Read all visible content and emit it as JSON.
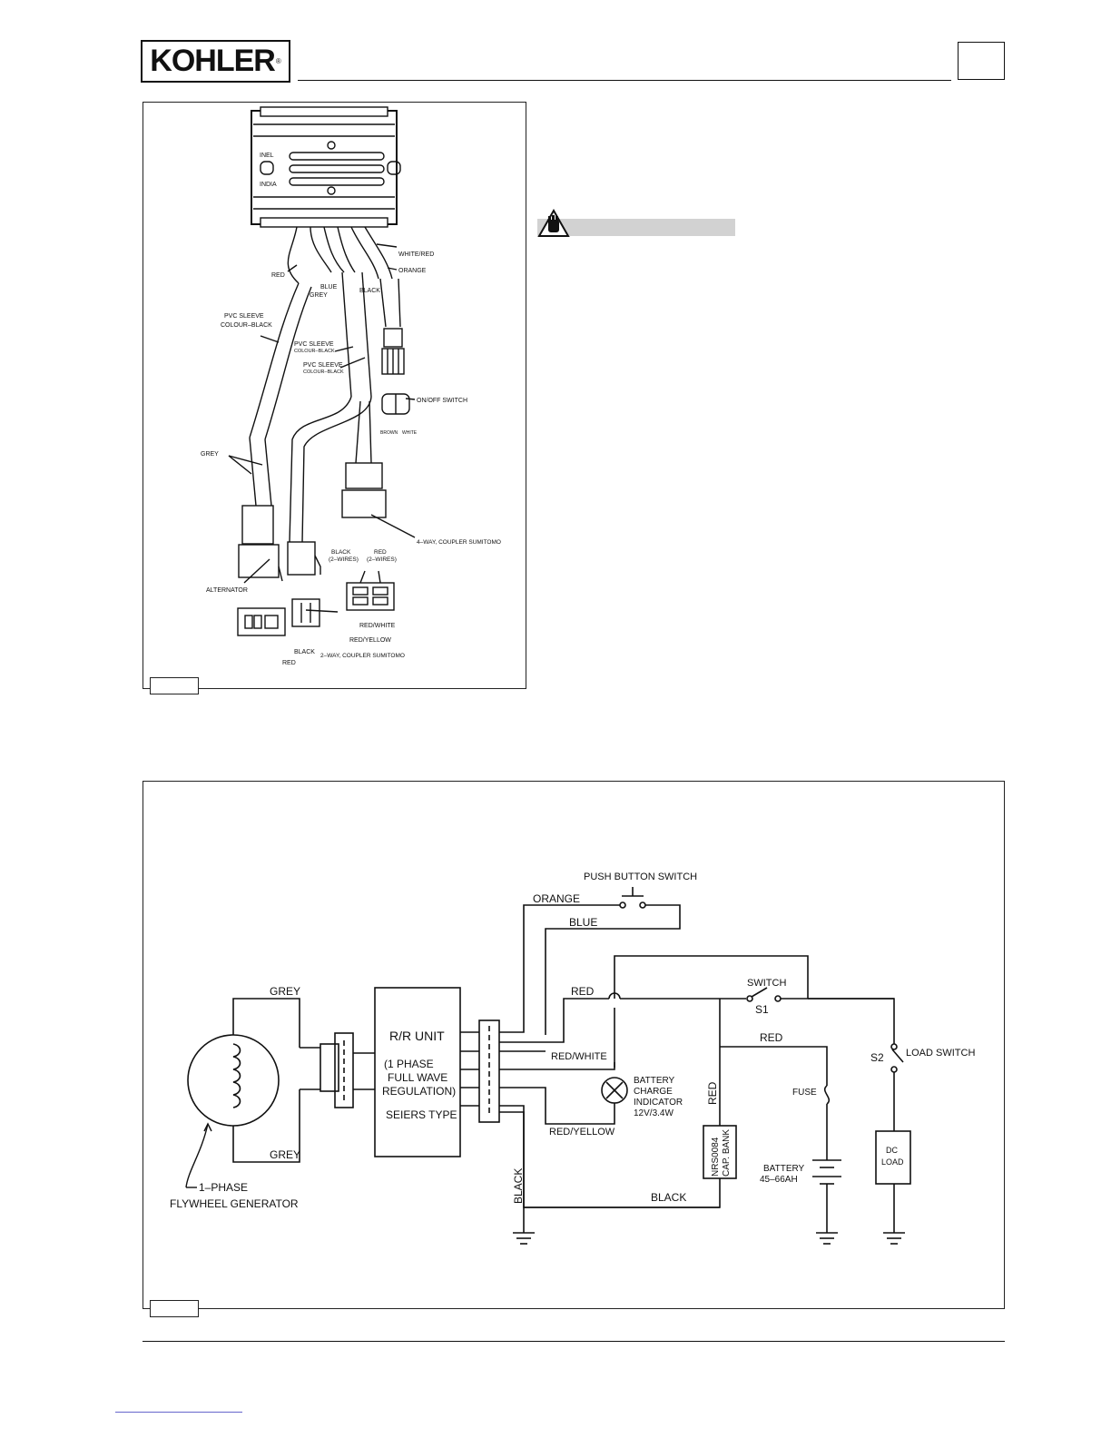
{
  "header": {
    "logo_text": "KOHLER",
    "logo_mark": "®"
  },
  "harness_figure": {
    "regulator_labels": [
      "INEL",
      "INDIA"
    ],
    "labels": {
      "white_red": "WHITE/RED",
      "red": "RED",
      "orange": "ORANGE",
      "blue": "BLUE",
      "grey": "GREY",
      "black": "BLACK",
      "pvc_sleeve_1a": "PVC SLEEVE",
      "pvc_sleeve_1b": "COLOUR–BLACK",
      "pvc_sleeve_2a": "PVC SLEEVE",
      "pvc_sleeve_2b": "COLOUR–BLACK",
      "pvc_sleeve_3a": "PVC SLEEVE",
      "pvc_sleeve_3b": "COLOUR–BLACK",
      "on_off_switch": "ON/OFF SWITCH",
      "brown": "BROWN",
      "white": "WHITE",
      "grey_lower": "GREY",
      "four_way": "4–WAY,  COUPLER SUMITOMO",
      "black_2wires_a": "BLACK",
      "black_2wires_b": "(2–WIRES)",
      "red_2wires_a": "RED",
      "red_2wires_b": "(2–WIRES)",
      "alternator": "ALTERNATOR",
      "red_white": "RED/WHITE",
      "red_yellow": "RED/YELLOW",
      "black_lower": "BLACK",
      "red_lower": "RED",
      "two_way": "2–WAY,  COUPLER SUMITOMO"
    }
  },
  "schematic": {
    "push_button_switch": "PUSH BUTTON SWITCH",
    "orange": "ORANGE",
    "blue": "BLUE",
    "grey_top": "GREY",
    "grey_bottom": "GREY",
    "rr_line1": "R/R UNIT",
    "rr_line2": "(1 PHASE",
    "rr_line3": "FULL WAVE",
    "rr_line4": "REGULATION)",
    "rr_line5": "SEIERS TYPE",
    "red_top": "RED",
    "red_white": "RED/WHITE",
    "red_yellow": "RED/YELLOW",
    "switch": "SWITCH",
    "s1": "S1",
    "red_mid": "RED",
    "red_vertical": "RED",
    "fuse": "FUSE",
    "battery_charge_1": "BATTERY",
    "battery_charge_2": "CHARGE",
    "battery_charge_3": "INDICATOR",
    "battery_charge_4": "12V/3.4W",
    "cap_bank_1": "NRS0084",
    "cap_bank_2": "CAP. BANK",
    "battery_1": "BATTERY",
    "battery_2": "45–66AH",
    "s2": "S2",
    "load_switch": "LOAD SWITCH",
    "dc_load_1": "DC",
    "dc_load_2": "LOAD",
    "black_vertical": "BLACK",
    "black_bottom": "BLACK",
    "gen_1": "1–PHASE",
    "gen_2": "FLYWHEEL GENERATOR"
  }
}
